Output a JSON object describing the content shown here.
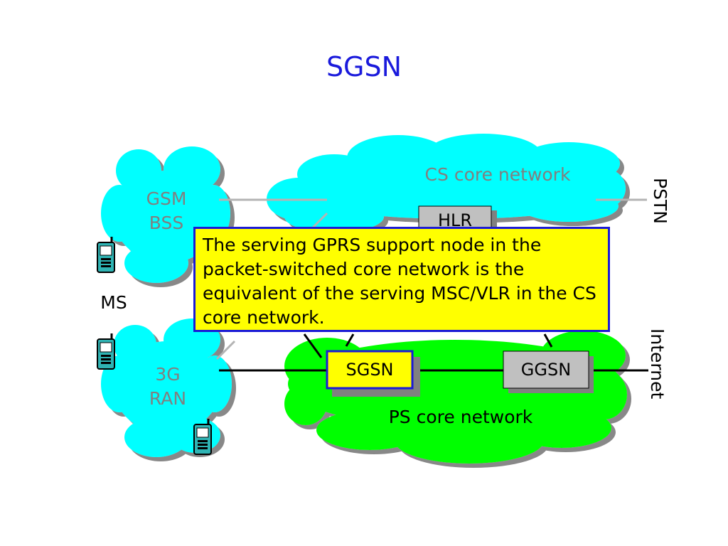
{
  "title": "SGSN",
  "clouds": {
    "cs_core": "CS core network",
    "ps_core": "PS core network",
    "gsm_bss": [
      "GSM",
      "BSS"
    ],
    "ran_3g": [
      "3G",
      "RAN"
    ]
  },
  "nodes": {
    "hlr": "HLR",
    "sgsn": "SGSN",
    "ggsn": "GGSN"
  },
  "labels": {
    "ms": "MS",
    "pstn": "PSTN",
    "internet": "Internet"
  },
  "callout_text": "The serving GPRS support node in the packet-switched core network is the equivalent of the serving MSC/VLR in the CS core network.",
  "colors": {
    "title": "#1a1adc",
    "cyan_cloud": "#00ffff",
    "green_cloud": "#00ff00",
    "callout_fill": "#ffff00",
    "callout_border": "#1a1ad6",
    "node_fill": "#c0c0c0",
    "sgsn_fill": "#ffff00",
    "cloud_label": "#808080"
  }
}
